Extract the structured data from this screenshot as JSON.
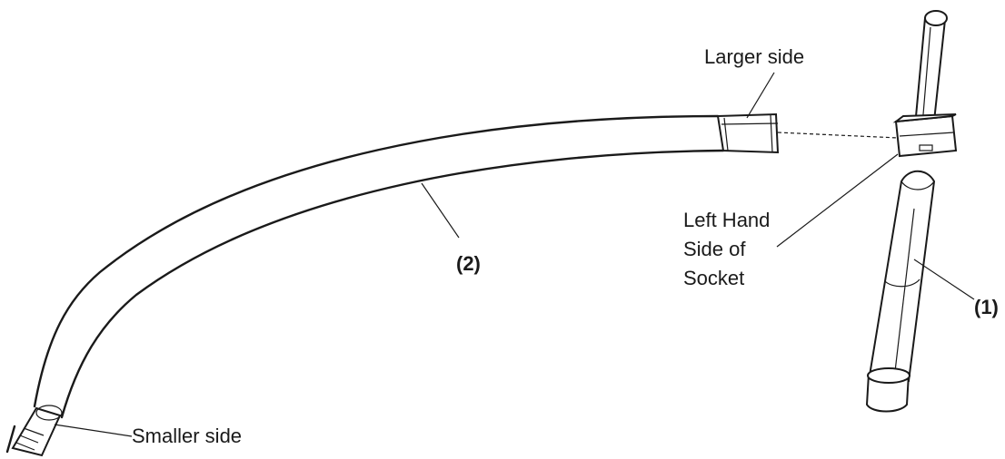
{
  "labels": {
    "larger_side": "Larger side",
    "smaller_side": "Smaller side",
    "socket_line1": "Left Hand",
    "socket_line2": "Side of",
    "socket_line3": "Socket",
    "part_2": "(2)",
    "part_1": "(1)"
  },
  "colors": {
    "line": "#1a1a1a",
    "background": "#ffffff"
  }
}
